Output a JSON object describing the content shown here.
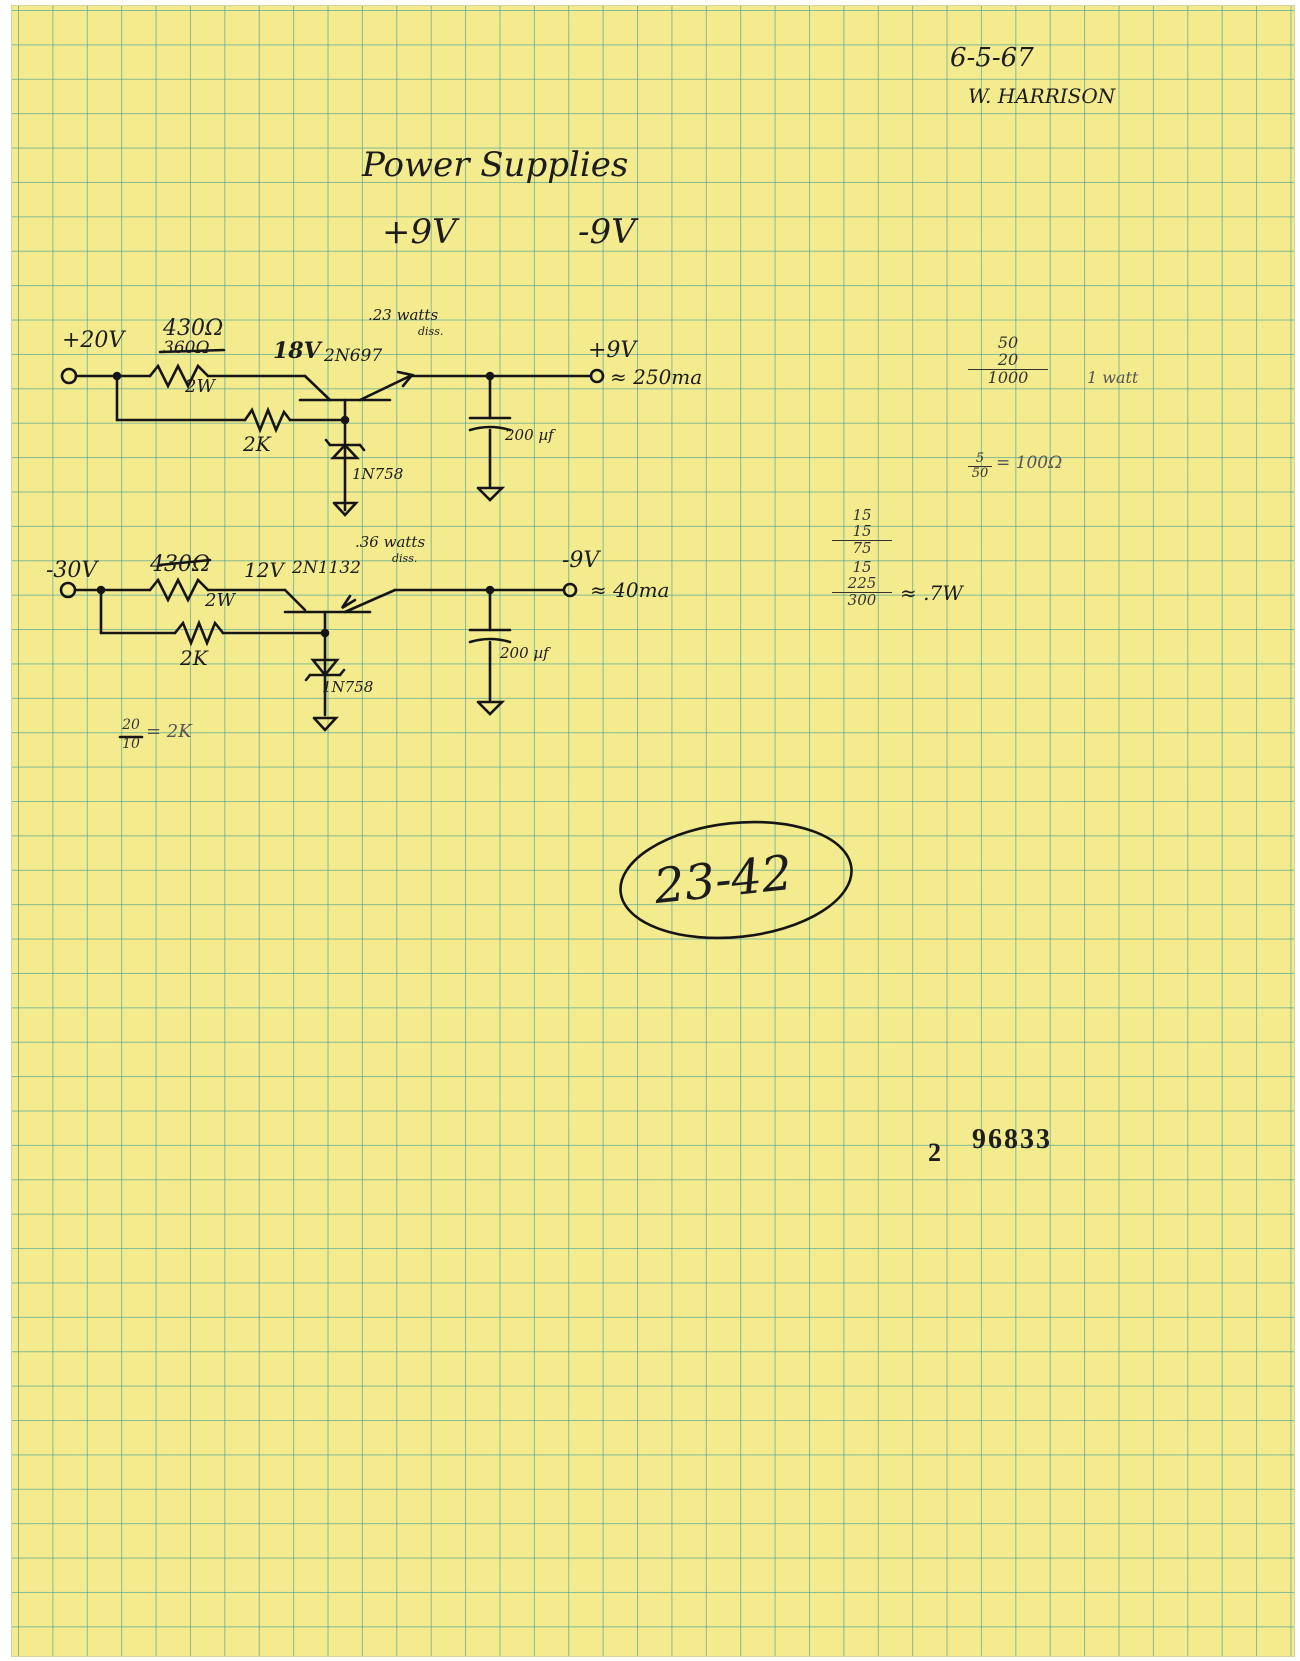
{
  "header": {
    "date": "6-5-67",
    "author": "W. HARRISON"
  },
  "title": {
    "line1": "Power Supplies",
    "line2_pos": "+9V",
    "line2_neg": "-9V"
  },
  "circuit_pos": {
    "input": "+20V",
    "resistor_top": "430Ω",
    "resistor_top_struck": "360Ω",
    "resistor_top_watt": "2W",
    "zener_node": "18V",
    "transistor": "2N697",
    "diss_note_1": ".23 watts",
    "diss_note_2": "diss.",
    "resistor_bottom": "2K",
    "diode": "1N758",
    "output": "+9V",
    "current": "≈ 250ma",
    "capacitor": "200 µf"
  },
  "circuit_neg": {
    "input": "-30V",
    "resistor_top": "430Ω",
    "resistor_top_watt": "2W",
    "zener_node": "12V",
    "transistor": "2N1132",
    "diss_note_1": ".36 watts",
    "diss_note_2": "diss.",
    "resistor_bottom": "2K",
    "diode": "1N758",
    "output": "-9V",
    "current": "≈ 40ma",
    "capacitor": "200 µf"
  },
  "calc_ratio": {
    "num": "20",
    "den": "10",
    "result": "= 2K"
  },
  "calc_right_top": {
    "a": "50",
    "b": "20",
    "sum": "1000",
    "result": "1 watt"
  },
  "calc_right_mid": {
    "num": "5",
    "den": "50",
    "result": "= 100Ω"
  },
  "calc_right_low": {
    "a": "15",
    "b": "15",
    "c": "75",
    "d": "15",
    "e": "225",
    "sum": "300",
    "result": "≈ .7W"
  },
  "circled_number": "23-42",
  "stamp_number": {
    "prefix": "2",
    "number": "96833"
  }
}
